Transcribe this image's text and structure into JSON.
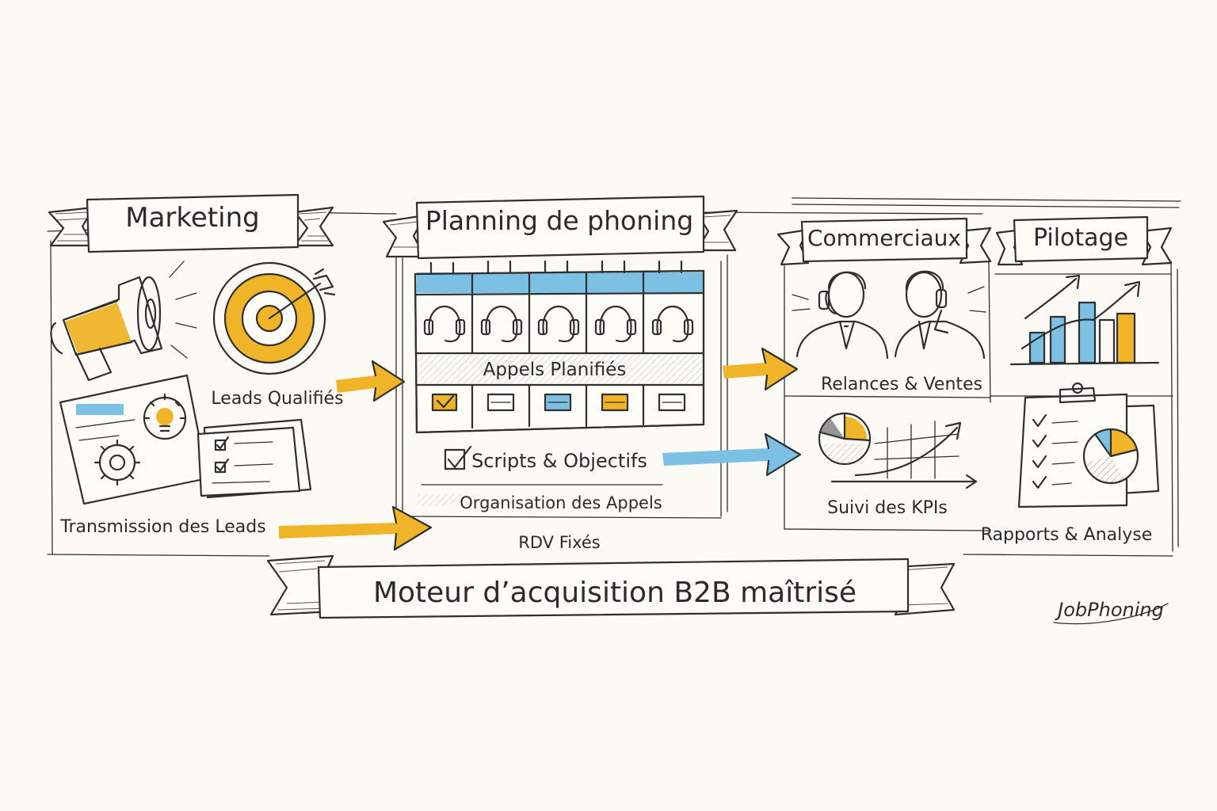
{
  "colors": {
    "accent_yellow": "#f0b429",
    "accent_blue": "#7cc1e4",
    "ink": "#2f2f2f",
    "paper": "#fbfaf4"
  },
  "sections": {
    "marketing": {
      "title": "Marketing",
      "label_leads": "Leads Qualifiés",
      "label_transmission": "Transmission des Leads"
    },
    "planning": {
      "title": "Planning de phoning",
      "label_calls": "Appels Planifiés",
      "label_scripts": "Scripts & Objectifs",
      "label_organisation": "Organisation des Appels",
      "label_rdv": "RDV Fixés"
    },
    "commerciaux": {
      "title": "Commerciaux",
      "label_relances": "Relances & Ventes",
      "label_kpis": "Suivi des KPIs"
    },
    "pilotage": {
      "title": "Pilotage",
      "label_reports": "Rapports & Analyse"
    }
  },
  "footer": {
    "banner": "Moteur d’acquisition B2B maîtrisé",
    "signature": "JobPhoning"
  },
  "icons": [
    "megaphone-icon",
    "target-icon",
    "lightbulb-gear-icon",
    "checklist-icon",
    "headset-icon",
    "calendar-icon",
    "people-icon",
    "bar-chart-icon",
    "pie-chart-icon",
    "clipboard-icon"
  ]
}
